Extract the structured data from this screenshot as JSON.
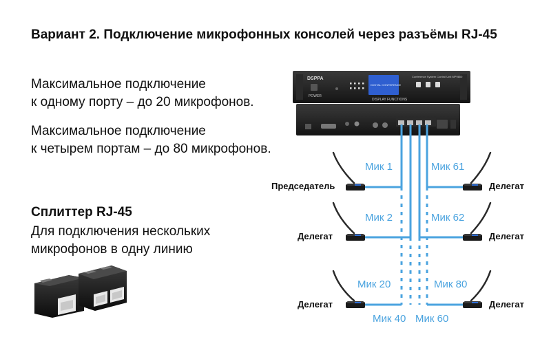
{
  "title": "Вариант 2. Подключение микрофонных консолей через разъёмы RJ-45",
  "info": {
    "line1a": "Максимальное подключение",
    "line1b": "к одному порту – до 20 микрофонов.",
    "line2a": "Максимальное подключение",
    "line2b": "к четырем портам – до 80 микрофонов."
  },
  "splitter": {
    "heading": "Сплиттер RJ-45",
    "desc1": "Для подключения нескольких",
    "desc2": "микрофонов в одну линию"
  },
  "device": {
    "brand": "DSPPA",
    "panel_text": "Conference System Control Unit MP9800",
    "display_text": "DIGITAL CONFERENCE",
    "section_label": "DISPLAY FUNCTIONS",
    "power_label": "POWER"
  },
  "mics": {
    "m1": "Мик 1",
    "m2": "Мик 2",
    "m20": "Мик 20",
    "m40": "Мик 40",
    "m61": "Мик 61",
    "m62": "Мик 62",
    "m80": "Мик 80",
    "m60": "Мик 60"
  },
  "roles": {
    "chair": "Председатель",
    "delegate": "Делегат"
  },
  "colors": {
    "cable": "#4aa3df",
    "device": "#1e1e1e",
    "screen": "#2f5fd0"
  }
}
